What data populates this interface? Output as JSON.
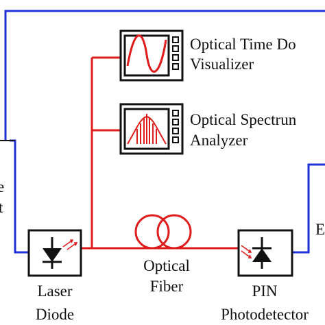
{
  "colors": {
    "electrical_wire": "#1f2fd6",
    "optical_fiber": "#e01b1b",
    "outline": "#111111",
    "background": "#ffffff"
  },
  "labels": {
    "optical_time_domain_visualizer": [
      "Optical Time Do",
      "Visualizer"
    ],
    "optical_spectrum_analyzer": [
      "Optical Spectrun",
      "Analyzer"
    ],
    "left_cut_label": [
      "e",
      "t"
    ],
    "right_cut_label": "E",
    "optical_fiber": [
      "Optical",
      "Fiber"
    ],
    "laser_diode": [
      "Laser",
      "Diode"
    ],
    "pin_photodetector": [
      "PIN",
      "Photodetector"
    ]
  },
  "icons": {
    "oscilloscope_trace": "sine-wave-icon",
    "spectrum_trace": "spectral-comb-icon",
    "fiber_spool": "fiber-coil-icon",
    "laser_symbol": "diode-emitting-icon",
    "pin_symbol": "diode-receiving-icon"
  }
}
